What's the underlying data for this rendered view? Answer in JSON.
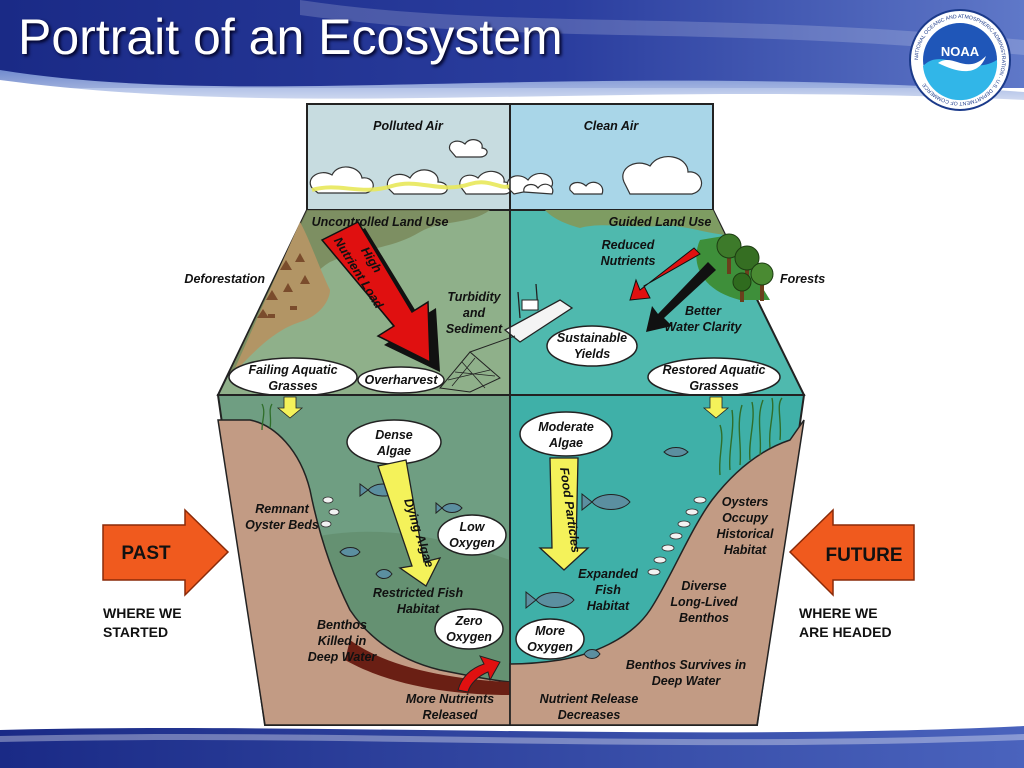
{
  "slide": {
    "title": "Portrait of an Ecosystem",
    "logo_text": "NOAA",
    "logo_ring_text": "NATIONAL OCEANIC AND ATMOSPHERIC ADMINISTRATION · U.S. DEPARTMENT OF COMMERCE"
  },
  "colors": {
    "header_blue": "#1f2d8a",
    "past_arrow": "#f05a1e",
    "future_arrow": "#f05a1e",
    "red_arrow": "#e01010",
    "polluted_sky": "#c7dce0",
    "clean_sky": "#a9d6e8",
    "past_water": "#6f9e82",
    "future_water": "#3fb0a8",
    "sediment": "#c29b84"
  },
  "diagram": {
    "sky": {
      "left": "Polluted Air",
      "right": "Clean Air"
    },
    "land": {
      "uncontrolled": "Uncontrolled Land Use",
      "guided": "Guided Land Use",
      "deforestation": "Deforestation",
      "forests": "Forests"
    },
    "arrows": {
      "high_nutrient": [
        "High",
        "Nutrient Load"
      ],
      "reduced_nutrients": [
        "Reduced",
        "Nutrients"
      ],
      "dying_algae": "Dying Algae",
      "food_particles": "Food Particles"
    },
    "past_labels": {
      "turbidity": [
        "Turbidity",
        "and",
        "Sediment"
      ],
      "failing_grasses": [
        "Failing Aquatic",
        "Grasses"
      ],
      "overharvest": "Overharvest",
      "dense_algae": [
        "Dense",
        "Algae"
      ],
      "low_oxygen": [
        "Low",
        "Oxygen"
      ],
      "zero_oxygen": [
        "Zero",
        "Oxygen"
      ],
      "remnant_oyster": [
        "Remnant",
        "Oyster Beds"
      ],
      "restricted_habitat": [
        "Restricted Fish",
        "Habitat"
      ],
      "benthos_killed": [
        "Benthos",
        "Killed in",
        "Deep Water"
      ],
      "more_nutrients": [
        "More Nutrients",
        "Released"
      ]
    },
    "future_labels": {
      "sustainable": [
        "Sustainable",
        "Yields"
      ],
      "better_clarity": [
        "Better",
        "Water Clarity"
      ],
      "restored_grasses": [
        "Restored Aquatic",
        "Grasses"
      ],
      "moderate_algae": [
        "Moderate",
        "Algae"
      ],
      "oysters": [
        "Oysters",
        "Occupy",
        "Historical",
        "Habitat"
      ],
      "expanded_habitat": [
        "Expanded",
        "Fish",
        "Habitat"
      ],
      "diverse_benthos": [
        "Diverse",
        "Long-Lived",
        "Benthos"
      ],
      "more_oxygen": [
        "More",
        "Oxygen"
      ],
      "benthos_survives": [
        "Benthos Survives in",
        "Deep Water"
      ],
      "nutrient_release": [
        "Nutrient Release",
        "Decreases"
      ]
    },
    "past": {
      "arrow_label": "PAST",
      "caption": [
        "WHERE WE",
        "STARTED"
      ]
    },
    "future": {
      "arrow_label": "FUTURE",
      "caption": [
        "WHERE WE",
        "ARE HEADED"
      ]
    }
  }
}
